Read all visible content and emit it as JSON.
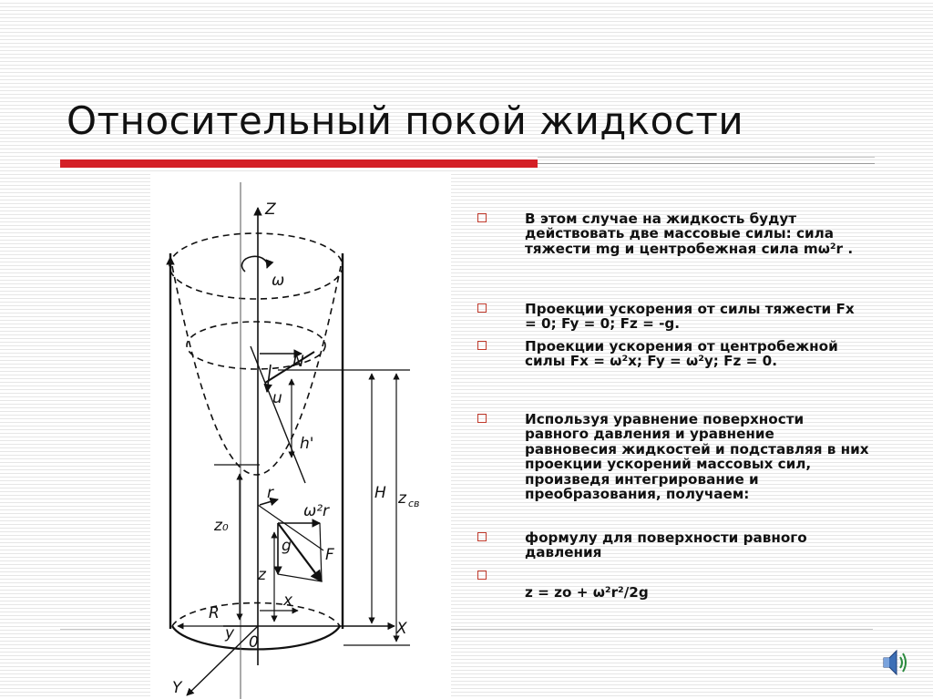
{
  "slide": {
    "title": "Относительный покой жидкости",
    "accent_color": "#d41f26",
    "bullet_color": "#c0392b"
  },
  "bullets": [
    {
      "text": "В этом случае  на жидкость будут действовать две массовые силы: сила тяжести  mg  и центробежная сила  mω²r ."
    },
    {
      "text": "Проекции ускорения от силы тяжести  Fx = 0;  Fy = 0;  Fz = -g."
    },
    {
      "text": "Проекции ускорения от центробежной силы  Fx = ω²x; Fy = ω²y;  Fz = 0."
    },
    {
      "text": "Используя уравнение поверхности равного давления  и уравнение  равновесия жидкостей  и подставляя в них проекции ускорений массовых сил, произведя интегрирование и преобразования, получаем:"
    },
    {
      "text": "формулу для поверхности равного давления"
    },
    {
      "text": ""
    },
    {
      "text": "z = zo + ω²r²/2g"
    }
  ],
  "figure": {
    "labels": {
      "z_axis": "Z",
      "omega": "ω",
      "n": "N",
      "u": "u",
      "h_prime": "h'",
      "z0": "z₀",
      "r": "r",
      "omega2r": "ω²r",
      "g": "g",
      "f": "F",
      "z": "z",
      "x": "x",
      "big_r": "R",
      "y": "y",
      "o": "0",
      "big_x": "X",
      "big_y": "Y",
      "big_h": "H",
      "zsv": "z",
      "zsv_sub": "св"
    }
  },
  "icons": {
    "speaker": "speaker-icon"
  }
}
